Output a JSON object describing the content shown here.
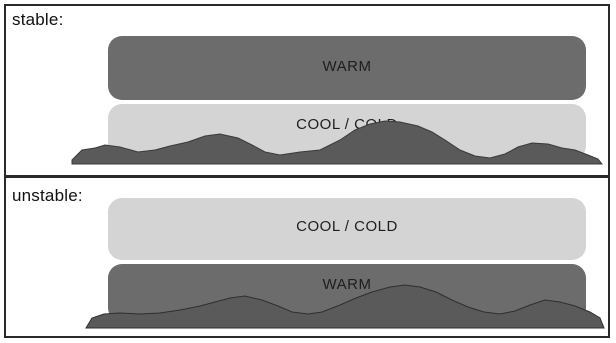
{
  "panels": {
    "stable": {
      "label": "stable:",
      "upper_layer": "WARM",
      "lower_layer": "COOL / COLD",
      "colors": {
        "upper": "#6c6c6c",
        "lower": "#d4d4d4",
        "ground": "#5a5a5a"
      }
    },
    "unstable": {
      "label": "unstable:",
      "upper_layer": "COOL / COLD",
      "lower_layer": "WARM",
      "colors": {
        "upper": "#d4d4d4",
        "lower": "#6c6c6c",
        "ground": "#5a5a5a"
      }
    }
  }
}
